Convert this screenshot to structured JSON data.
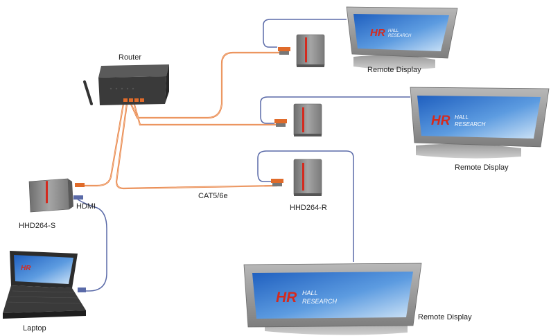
{
  "labels": {
    "router": "Router",
    "remote_display_1": "Remote Display",
    "remote_display_2": "Remote Display",
    "remote_display_3": "Remote Display",
    "hdmi": "HDMI",
    "cable": "CAT5/6e",
    "sender": "HHD264-S",
    "receiver": "HHD264-R",
    "laptop": "Laptop"
  },
  "screen_logo": {
    "mark": "HR",
    "line1": "HALL",
    "line2": "RESEARCH"
  },
  "colors": {
    "cat_cable": "#e87a3a",
    "hdmi_cable": "#5a6aa8",
    "device_body": "#8a8a8a",
    "screen_blue": "#2a6bc8",
    "logo_red": "#d42a1e"
  }
}
